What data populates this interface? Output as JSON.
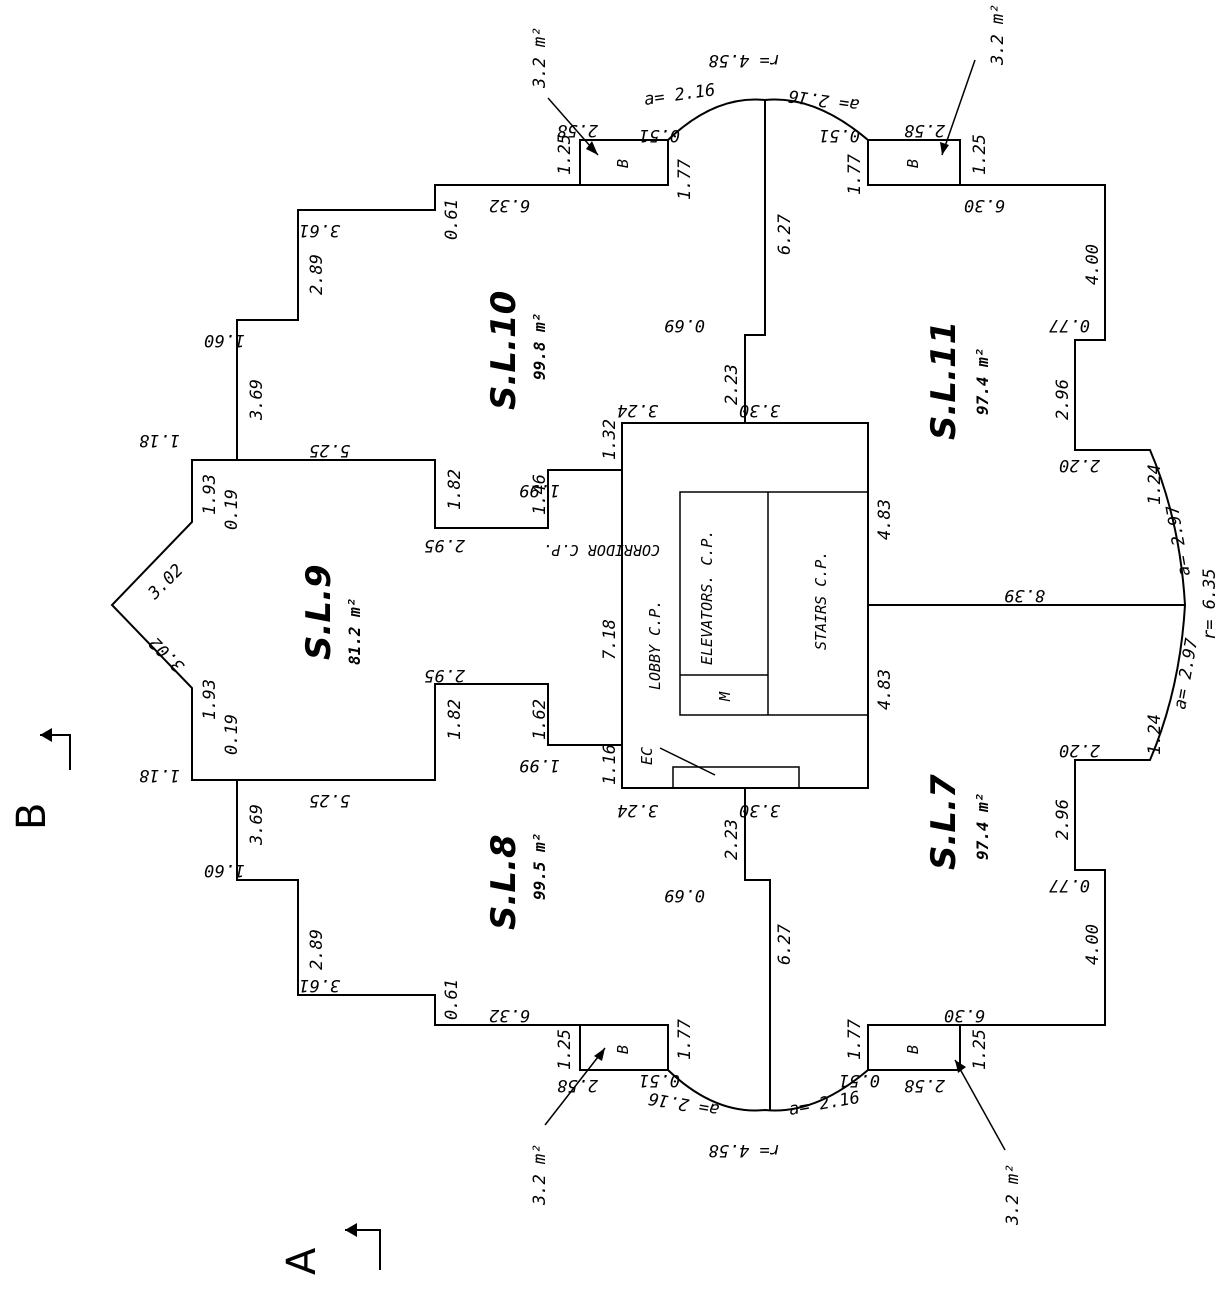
{
  "units": {
    "SL7": {
      "name": "S.L.7",
      "area": "97.4 m²"
    },
    "SL8": {
      "name": "S.L.8",
      "area": "99.5 m²"
    },
    "SL9": {
      "name": "S.L.9",
      "area": "81.2 m²"
    },
    "SL10": {
      "name": "S.L.10",
      "area": "99.8 m²"
    },
    "SL11": {
      "name": "S.L.11",
      "area": "97.4 m²"
    }
  },
  "core": {
    "corridor": "CORRIDOR C.P.",
    "lobby": "LOBBY C.P.",
    "elevators": "ELEVATORS. C.P.",
    "stairs": "STAIRS C.P.",
    "m": "M",
    "ec": "EC"
  },
  "balcony": {
    "label": "B",
    "area": "3.2 m²"
  },
  "section_marks": {
    "a": "A",
    "b": "B"
  },
  "dims": {
    "d_3_02": "3.02",
    "d_1_93": "1.93",
    "d_0_19": "0.19",
    "d_1_18": "1.18",
    "d_5_25": "5.25",
    "d_3_69": "3.69",
    "d_1_60": "1.60",
    "d_2_89": "2.89",
    "d_3_61": "3.61",
    "d_0_61": "0.61",
    "d_6_32": "6.32",
    "d_1_25": "1.25",
    "d_2_58": "2.58",
    "d_0_51": "0.51",
    "d_1_77": "1.77",
    "d_a_2_16": "a= 2.16",
    "d_r_4_58": "r= 4.58",
    "d_6_27": "6.27",
    "d_0_69": "0.69",
    "d_2_23": "2.23",
    "d_3_24": "3.24",
    "d_3_30": "3.30",
    "d_1_32": "1.32",
    "d_1_99": "1.99",
    "d_1_46": "1.46",
    "d_1_62": "1.62",
    "d_1_82": "1.82",
    "d_2_95": "2.95",
    "d_7_18": "7.18",
    "d_1_16": "1.16",
    "d_4_83": "4.83",
    "d_8_39": "8.39",
    "d_6_30": "6.30",
    "d_4_00": "4.00",
    "d_0_77": "0.77",
    "d_2_96": "2.96",
    "d_2_20": "2.20",
    "d_1_24": "1.24",
    "d_a_2_97": "a= 2.97",
    "d_r_6_35": "r= 6.35"
  }
}
